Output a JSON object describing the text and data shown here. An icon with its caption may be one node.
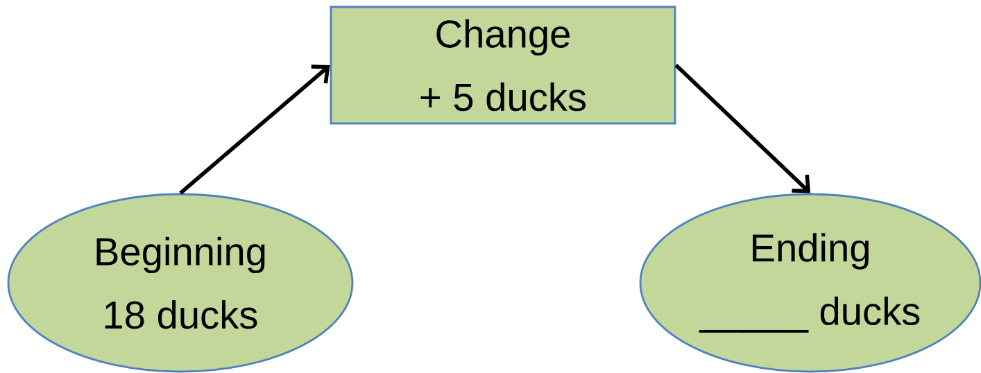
{
  "diagram": {
    "nodes": [
      {
        "text": [
          "Beginning",
          "18 ducks"
        ]
      },
      {
        "text": [
          "Change",
          "+ 5 ducks"
        ]
      },
      {
        "text": [
          "Ending",
          "_____ ducks"
        ]
      }
    ],
    "edges": [
      {
        "from": 0,
        "to": 1,
        "arrow": "to"
      },
      {
        "from": 1,
        "to": 2,
        "arrow": "to"
      }
    ]
  }
}
